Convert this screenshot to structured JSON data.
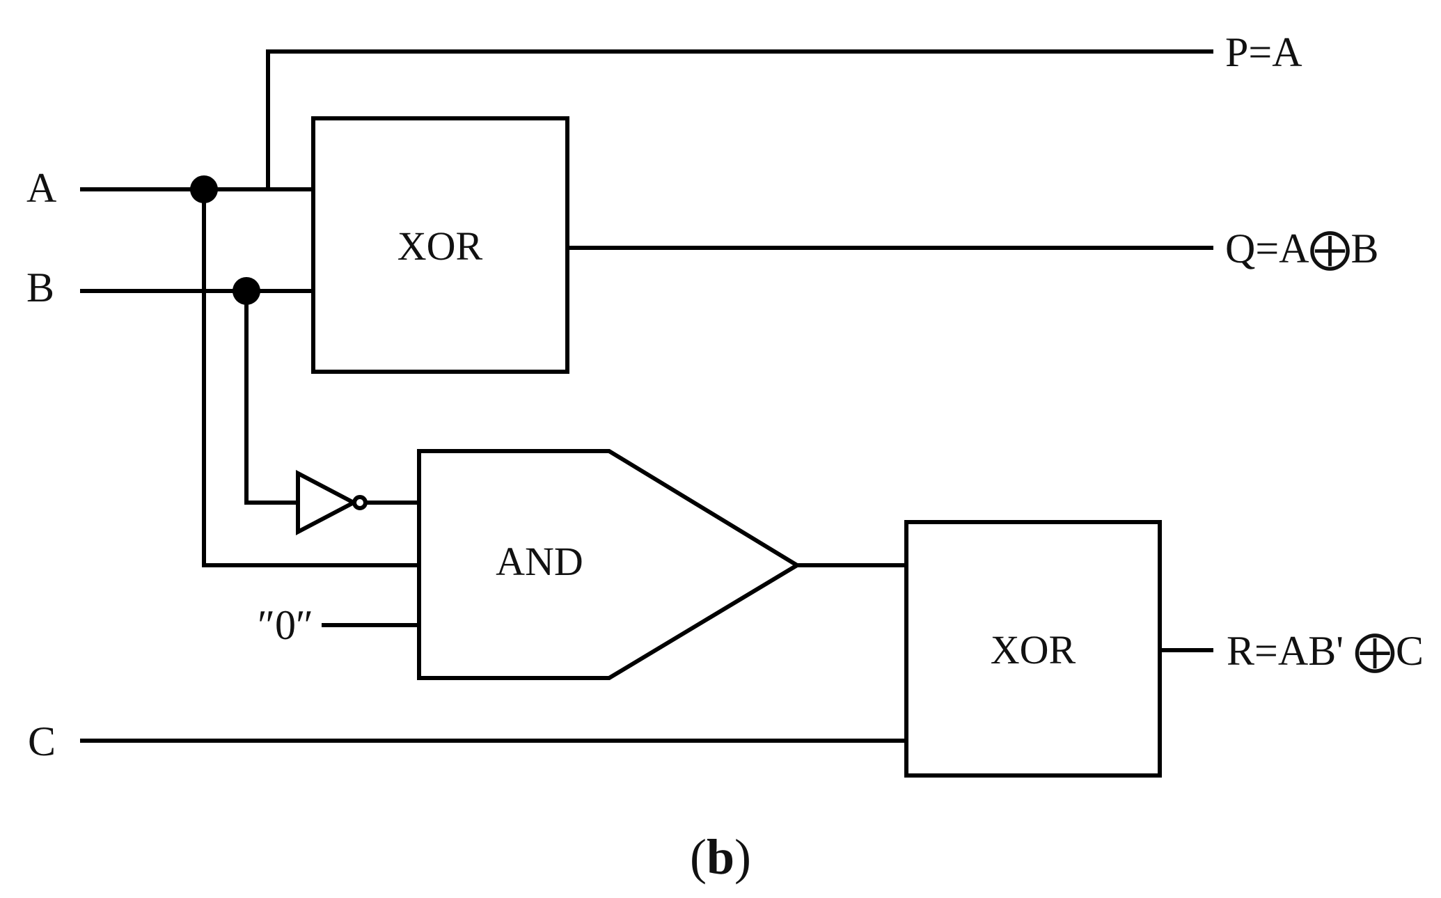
{
  "inputs": {
    "a": "A",
    "b": "B",
    "c": "C",
    "zero": "″0″"
  },
  "gates": {
    "xor_top": "XOR",
    "and": "AND",
    "xor_bottom": "XOR"
  },
  "outputs": {
    "p": "P=A",
    "q": "Q=A⨁B",
    "r": "R=AB' ⨁C"
  },
  "caption": {
    "open": "(",
    "letter": "b",
    "close": ")"
  }
}
